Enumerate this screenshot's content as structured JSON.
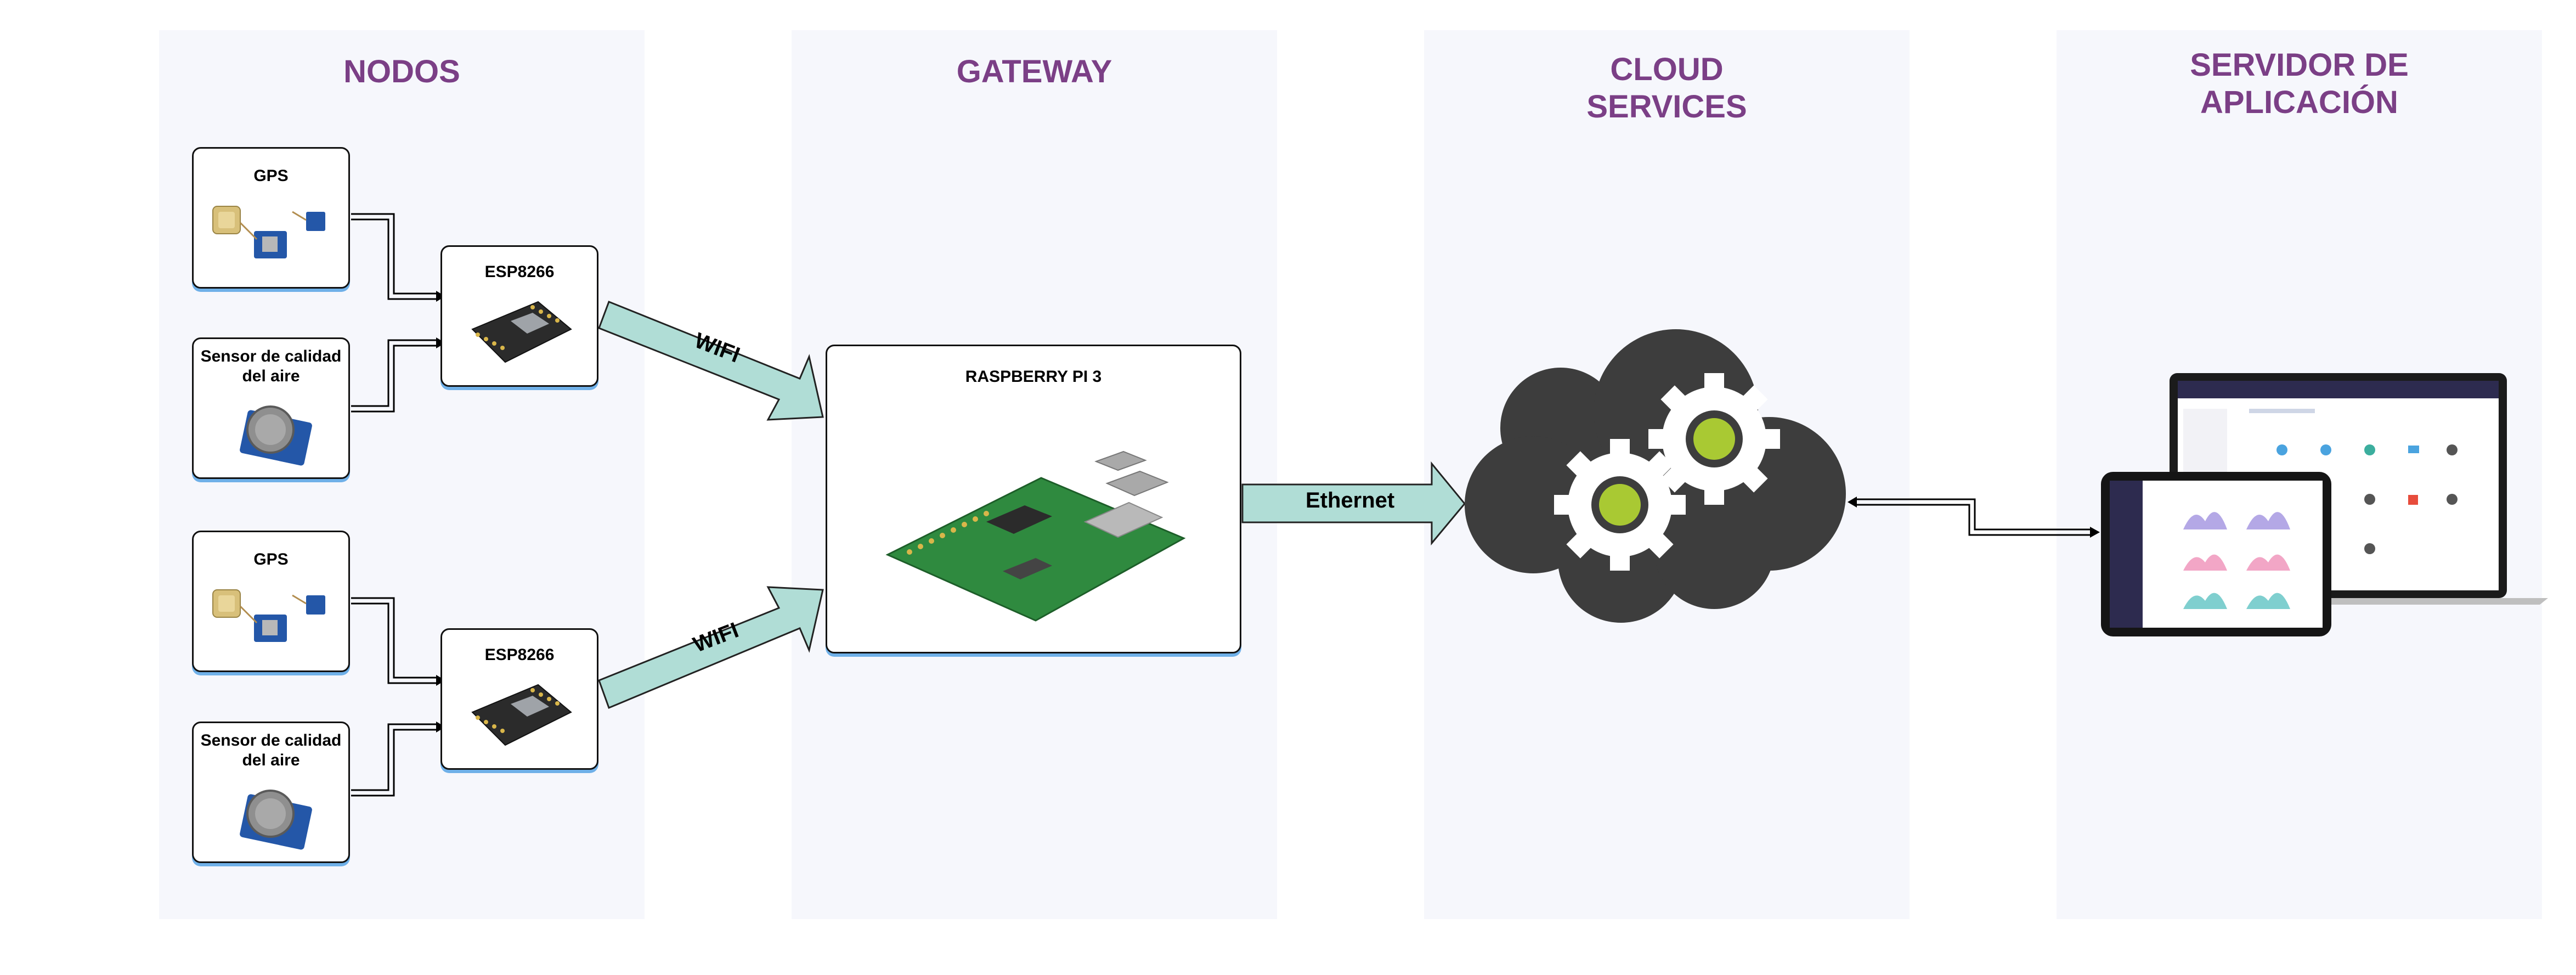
{
  "columns": [
    {
      "id": "nodes",
      "title": "NODOS"
    },
    {
      "id": "gateway",
      "title": "GATEWAY"
    },
    {
      "id": "cloud",
      "title": "CLOUD\nSERVICES"
    },
    {
      "id": "app",
      "title": "SERVIDOR DE\nAPLICACIÓN"
    }
  ],
  "nodes": {
    "group1": {
      "gps": "GPS",
      "air": "Sensor de calidad\ndel aire",
      "esp": "ESP8266"
    },
    "group2": {
      "gps": "GPS",
      "air": "Sensor de calidad\ndel aire",
      "esp": "ESP8266"
    }
  },
  "links": {
    "wifi1": "WIFI",
    "wifi2": "WIFI",
    "ethernet": "Ethernet"
  },
  "gateway": {
    "title": "RASPBERRY PI 3"
  },
  "colors": {
    "column_bg": "#f6f7fc",
    "title": "#7b3f86",
    "arrow_fill": "#b0ddd6",
    "cloud": "#3d3d3d",
    "gear": "#ffffff",
    "gear_center": "#a9c933",
    "card_shadow": "#6fb0e8"
  }
}
